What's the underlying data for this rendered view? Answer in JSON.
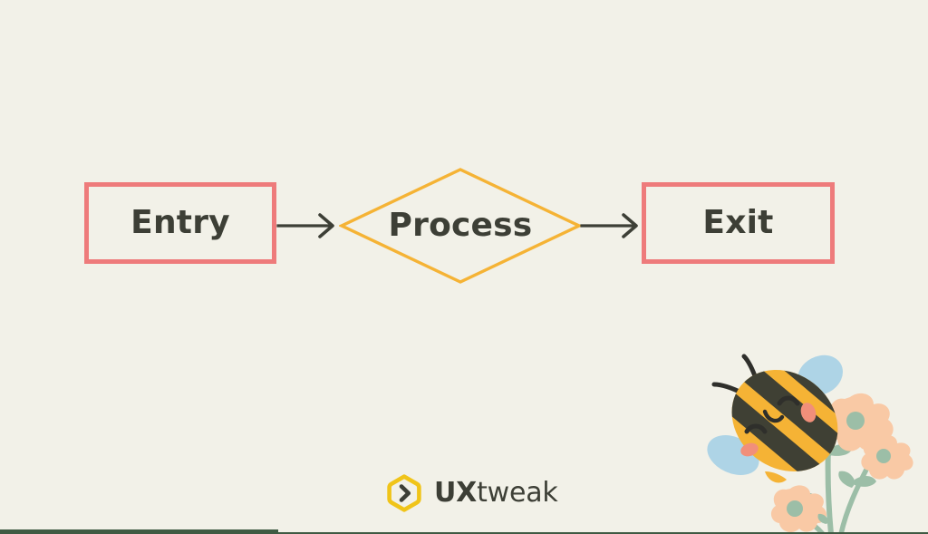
{
  "slide": {
    "background_color": "#f2f1e8",
    "text_color": "#3d3f36"
  },
  "diagram": {
    "type": "flowchart",
    "nodes": [
      {
        "id": "entry",
        "label": "Entry",
        "shape": "rectangle",
        "border_color": "#ee7b7b",
        "fill": "none"
      },
      {
        "id": "process",
        "label": "Process",
        "shape": "diamond",
        "border_color": "#f5b335",
        "fill": "none"
      },
      {
        "id": "exit",
        "label": "Exit",
        "shape": "rectangle",
        "border_color": "#ee7b7b",
        "fill": "none"
      }
    ],
    "connectors": [
      {
        "id": "entry-to-process",
        "from": "entry",
        "to": "process",
        "style": "arrow",
        "color": "#3d3f36"
      },
      {
        "id": "process-to-exit",
        "from": "process",
        "to": "exit",
        "style": "arrow",
        "color": "#3d3f36"
      }
    ]
  },
  "logo": {
    "mark": "hexagon-chevron-icon",
    "mark_color": "#f0c419",
    "word_bold": "UX",
    "word_regular": "tweak",
    "word_color": "#3d3f36"
  },
  "illustration": {
    "name": "bee-with-flowers",
    "bee_body_color": "#f5b335",
    "bee_stripe_color": "#3f4034",
    "bee_wing_color": "#aed4e6",
    "bee_cheek_color": "#f18f7a",
    "flower_petal_color": "#f9c9a5",
    "flower_stem_color": "#9cbea7"
  },
  "progress": {
    "percent": 30,
    "color": "#3f5a43"
  }
}
